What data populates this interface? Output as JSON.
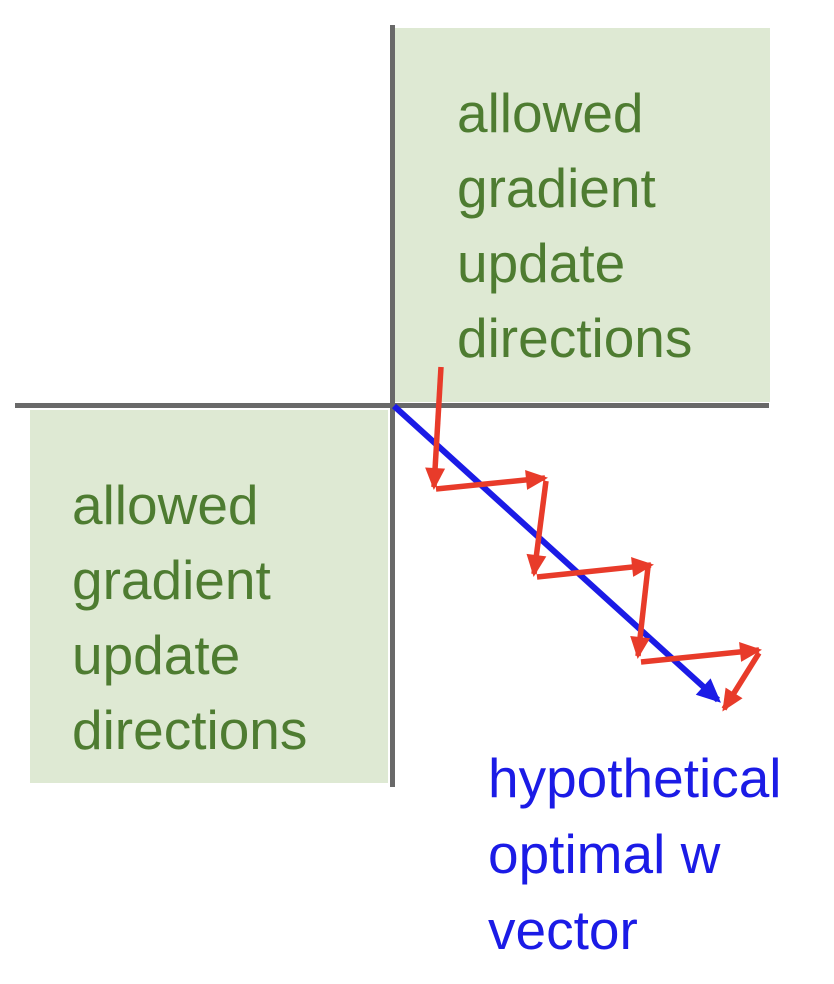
{
  "diagram": {
    "quadrant_boxes": [
      {
        "position": "top-right",
        "lines": [
          "allowed",
          "gradient",
          "update",
          "directions"
        ]
      },
      {
        "position": "bottom-left",
        "lines": [
          "allowed",
          "gradient",
          "update",
          "directions"
        ]
      }
    ],
    "caption": {
      "lines": [
        "hypothetical",
        "optimal w",
        "vector"
      ]
    },
    "arrows": {
      "blue_arrow_meaning": "hypothetical optimal w vector",
      "red_arrows_meaning": "gradient update steps (zigzag within allowed directions)"
    },
    "colors": {
      "bg": "#ffffff",
      "box_fill": "#dee9d3",
      "green_text": "#4e7c31",
      "axis_gray": "#696969",
      "arrow_red": "#e83b2a",
      "arrow_blue": "#1b1be6",
      "caption_blue": "#1b1be6"
    }
  }
}
